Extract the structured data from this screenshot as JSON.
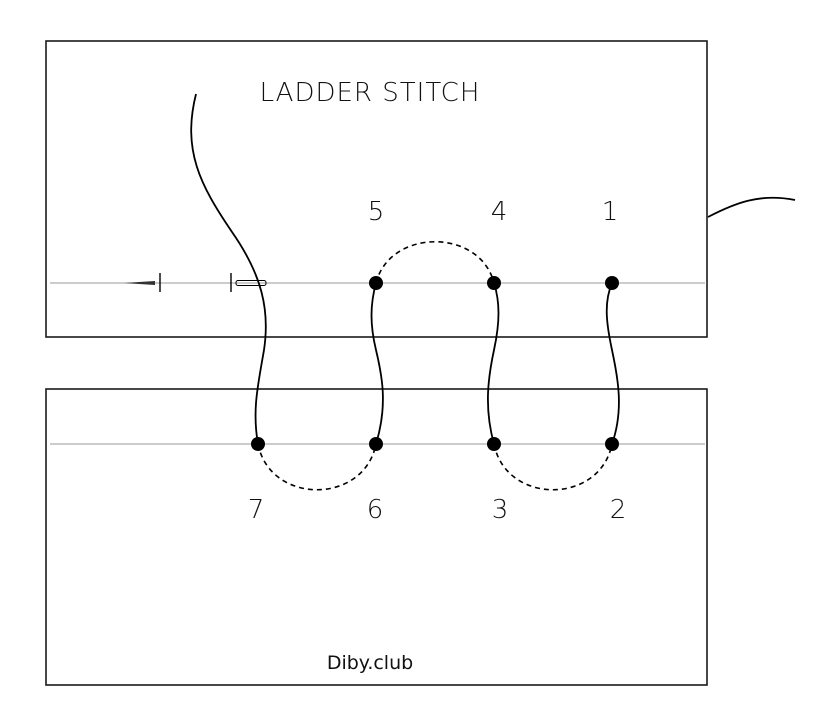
{
  "title": "LADDER STITCH",
  "footer": "Diby.club",
  "colors": {
    "background": "#ffffff",
    "outline": "#1a1a1a",
    "thread": "#000000",
    "seam": "#9a9a9a",
    "dot": "#000000"
  },
  "stitch_points": {
    "top": [
      {
        "label": "5"
      },
      {
        "label": "4"
      },
      {
        "label": "1"
      }
    ],
    "bottom": [
      {
        "label": "7"
      },
      {
        "label": "6"
      },
      {
        "label": "3"
      },
      {
        "label": "2"
      }
    ]
  },
  "icons": {
    "needle": "needle-icon"
  }
}
